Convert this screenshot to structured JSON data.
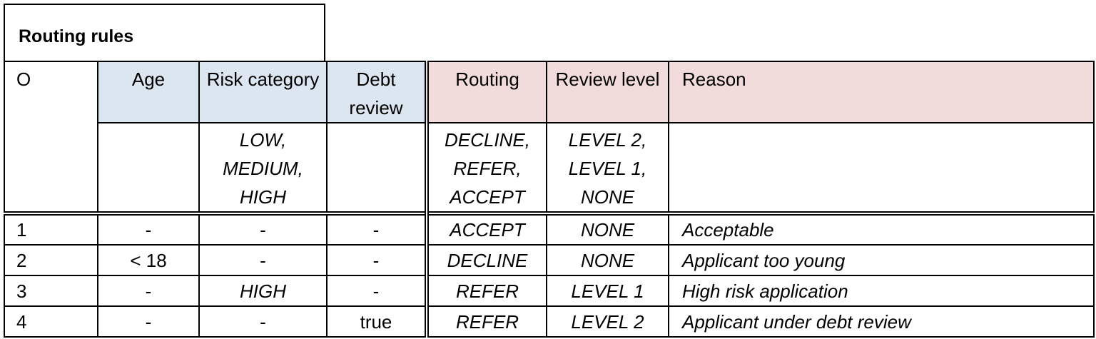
{
  "table": {
    "title": "Routing rules",
    "hit_policy": "O",
    "columns": [
      {
        "label": "Age",
        "kind": "input",
        "allowed": ""
      },
      {
        "label": "Risk category",
        "kind": "input",
        "allowed": "LOW, MEDIUM, HIGH"
      },
      {
        "label": "Debt review",
        "kind": "input",
        "allowed": ""
      },
      {
        "label": "Routing",
        "kind": "output",
        "allowed": "DECLINE, REFER, ACCEPT"
      },
      {
        "label": "Review level",
        "kind": "output",
        "allowed": "LEVEL 2, LEVEL 1, NONE"
      },
      {
        "label": "Reason",
        "kind": "output",
        "allowed": ""
      }
    ],
    "rules": [
      {
        "n": "1",
        "age": "-",
        "risk": "-",
        "debt": "-",
        "routing": "ACCEPT",
        "level": "NONE",
        "reason": "Acceptable"
      },
      {
        "n": "2",
        "age": "< 18",
        "risk": "-",
        "debt": "-",
        "routing": "DECLINE",
        "level": "NONE",
        "reason": "Applicant too young"
      },
      {
        "n": "3",
        "age": "-",
        "risk": "HIGH",
        "debt": "-",
        "routing": "REFER",
        "level": "LEVEL 1",
        "reason": "High risk application"
      },
      {
        "n": "4",
        "age": "-",
        "risk": "-",
        "debt": "true",
        "routing": "REFER",
        "level": "LEVEL 2",
        "reason": "Applicant under debt review"
      }
    ]
  }
}
